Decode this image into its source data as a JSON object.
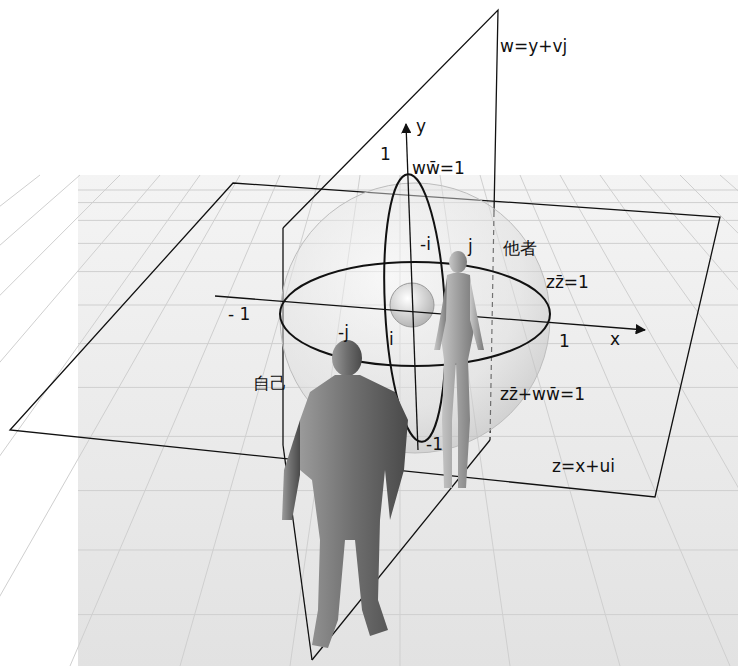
{
  "diagram": {
    "labels": [
      "w=y+vj",
      "y",
      "1",
      "ww̄=1",
      "-i",
      "j",
      "他者",
      "zz̄=1",
      "- 1",
      "-j",
      "i",
      "1",
      "x",
      "自己",
      "zz̄+ww̄=1",
      "-1",
      "z=x+ui"
    ]
  }
}
